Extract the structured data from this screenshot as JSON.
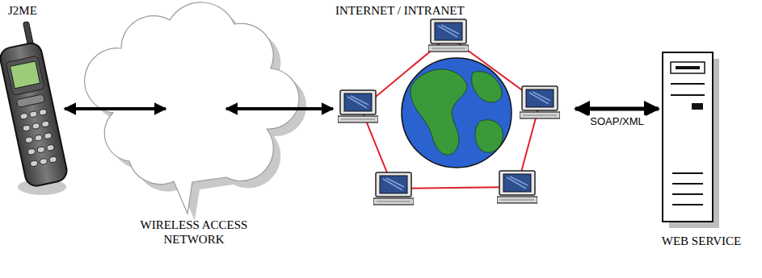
{
  "diagram": {
    "nodes": [
      {
        "text": [
          "J2ME"
        ]
      },
      {
        "text": [
          "WIRELESS ACCESS NETWORK"
        ]
      },
      {
        "text": [
          "INTERNET / INTRANET"
        ]
      },
      {
        "text": [
          "WEB SERVICE"
        ]
      }
    ],
    "edges": [
      {
        "from": 0,
        "to": 1,
        "arrow": "both"
      },
      {
        "from": 1,
        "to": 2,
        "arrow": "both"
      },
      {
        "from": 2,
        "to": 3,
        "arrow": "both",
        "label": "SOAP/XML"
      }
    ]
  }
}
